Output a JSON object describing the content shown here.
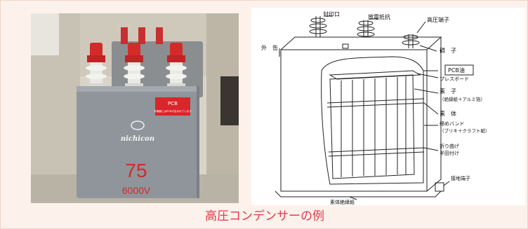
{
  "caption": "高圧コンデンサーの例",
  "photo": {
    "brand": "nichicon",
    "pcb_label_title": "PCB",
    "pcb_label_text": "本機器にはPCBが含まれています",
    "number": "75",
    "voltage": "6000V"
  },
  "diagram": {
    "labels": {
      "seal": "封印口",
      "discharge_resistor": "放電抵抗",
      "hv_terminal": "高圧端子",
      "outer_case": "外　缶",
      "insulator": "碍　子",
      "pcb_oil": "PCB油",
      "pressboard": "プレスボード",
      "element": "素　子",
      "element_note": "（絶縁紙＋アルミ箔）",
      "element_body": "素　体",
      "band": "締めバンド",
      "band_note": "（ブリキ＋クラフト紙）",
      "fold": "折り曲げ",
      "solder": "半田付け",
      "ground_terminal": "接地端子",
      "body_insulation": "素体絶縁紙"
    }
  },
  "colors": {
    "caption": "#e0394f",
    "background": "#fdf0ea",
    "capacitor_body": "#8f959a",
    "terminal_cap": "#d42a2a",
    "insulator": "#e8e8e4"
  }
}
